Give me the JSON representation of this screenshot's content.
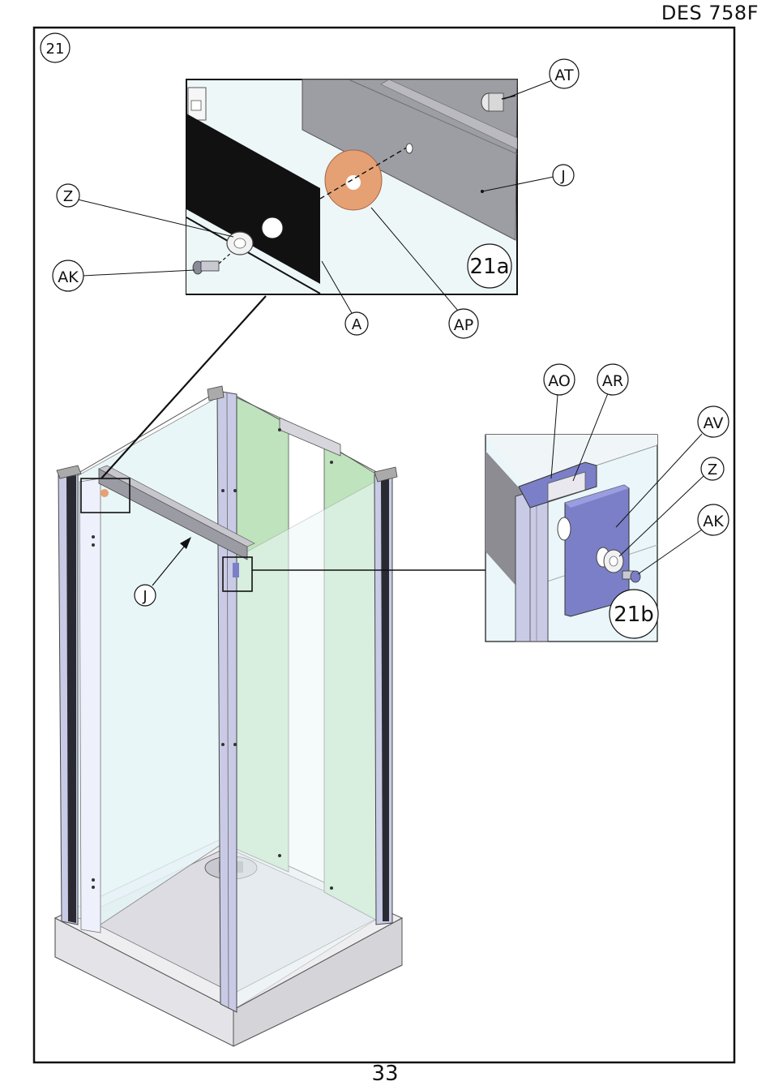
{
  "header": {
    "model": "DES 758F"
  },
  "step": {
    "number": "21"
  },
  "details": [
    {
      "label": "21a"
    },
    {
      "label": "21b"
    }
  ],
  "callouts": {
    "at": "AT",
    "j_top": "J",
    "z_top": "Z",
    "ak_top": "AK",
    "a": "A",
    "ap": "AP",
    "ao": "AO",
    "ar": "AR",
    "av": "AV",
    "z_right": "Z",
    "ak_right": "AK",
    "j_main": "J"
  },
  "colors": {
    "frame": "#111111",
    "glass_clear": "#e6f5f7",
    "glass_green": "#bfe3bd",
    "profile": "#c9cbe6",
    "bracket": "#7b7fc7",
    "rail": "#9b9ba3",
    "washer_orange": "#e5a174",
    "panel_black": "#111111",
    "tray": "#ececef"
  },
  "footer": {
    "page": "33"
  }
}
